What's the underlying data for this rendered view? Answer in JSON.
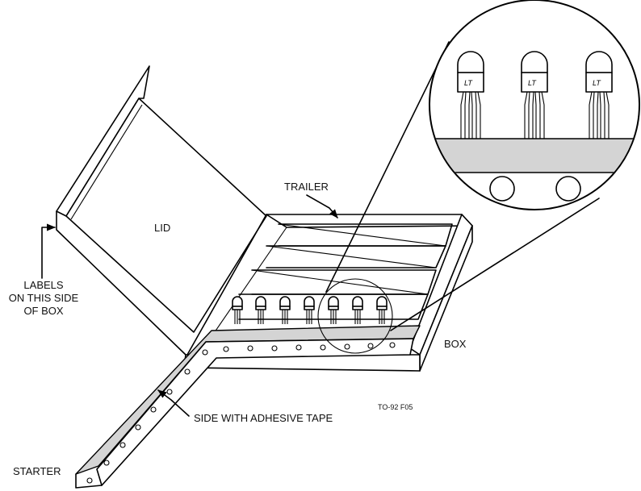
{
  "labels": {
    "lid": "LID",
    "trailer": "TRAILER",
    "box": "BOX",
    "labels_side": [
      "LABELS",
      "ON THIS SIDE",
      "OF BOX"
    ],
    "adhesive": "SIDE WITH ADHESIVE TAPE",
    "starter": "STARTER",
    "figure_code": "TO-92 F05"
  },
  "colors": {
    "tape": "#d4d4d4",
    "line": "#000000"
  }
}
